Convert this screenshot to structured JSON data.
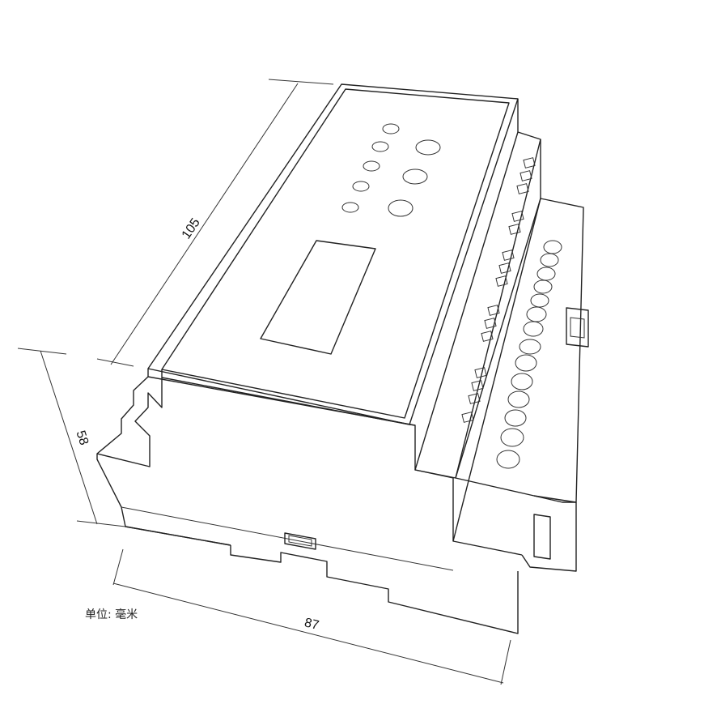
{
  "dimensions": {
    "length": "105",
    "height": "58",
    "width": "87"
  },
  "unit_label": "单位: 毫米"
}
